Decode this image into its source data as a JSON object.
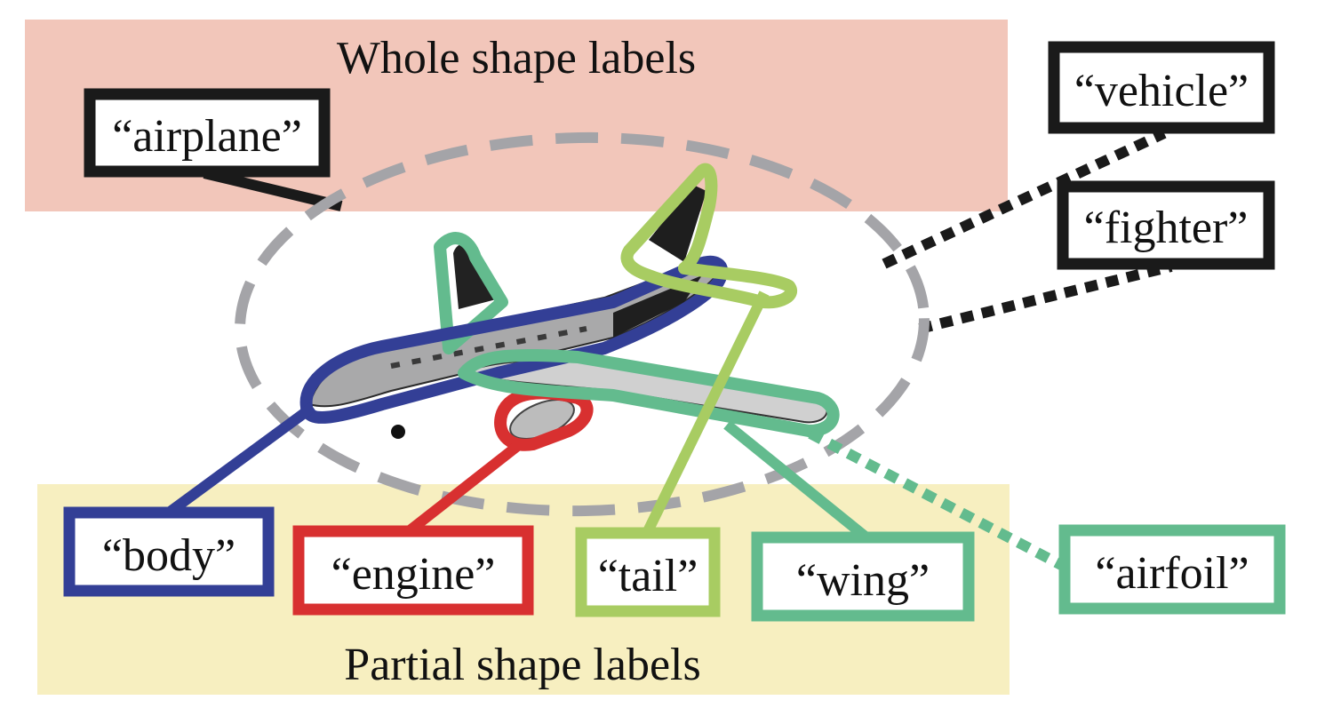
{
  "whole_region": {
    "title": "Whole shape labels",
    "color": "#f2c6ba"
  },
  "partial_region": {
    "title": "Partial shape labels",
    "color": "#f7efc0"
  },
  "labels": {
    "airplane": "“airplane”",
    "vehicle": "“vehicle”",
    "fighter": "“fighter”",
    "body": "“body”",
    "engine": "“engine”",
    "tail": "“tail”",
    "wing": "“wing”",
    "airfoil": "“airfoil”"
  },
  "colors": {
    "whole": "#1a1a1a",
    "body": "#333f96",
    "engine": "#d83030",
    "tail": "#a8cc62",
    "wing": "#63bb8e",
    "ellipse": "#a4a4a8"
  }
}
